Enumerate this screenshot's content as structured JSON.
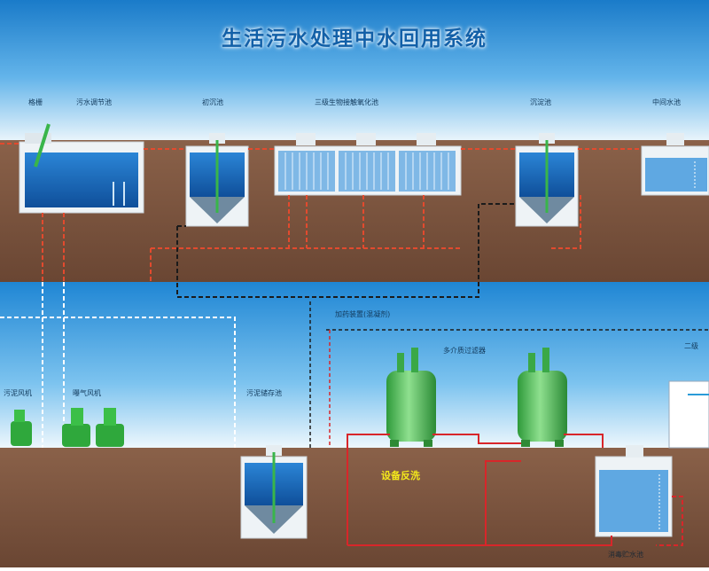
{
  "title": "生活污水处理中水回用系统",
  "units": {
    "screen": "格栅",
    "regulating_tank": "污水调节池",
    "primary_settling": "初沉池",
    "bio_contact": "三级生物接触氧化池",
    "secondary_settling": "沉淀池",
    "clear_water": "中间水池",
    "dosing": "加药装置(混凝剂)",
    "filter": "多介质过滤器",
    "second": "二级",
    "blower_left": "污泥风机",
    "blower_mid": "曝气风机",
    "sludge_tank": "污泥储存池",
    "backwash": "设备反洗",
    "reuse_tank": "消毒贮水池"
  },
  "colors": {
    "sky": "#2a8ed6",
    "ground": "#7a5540",
    "water": "#1f6fc4",
    "equipment": "#3bb34a",
    "pipe_red": "#d8262a"
  }
}
